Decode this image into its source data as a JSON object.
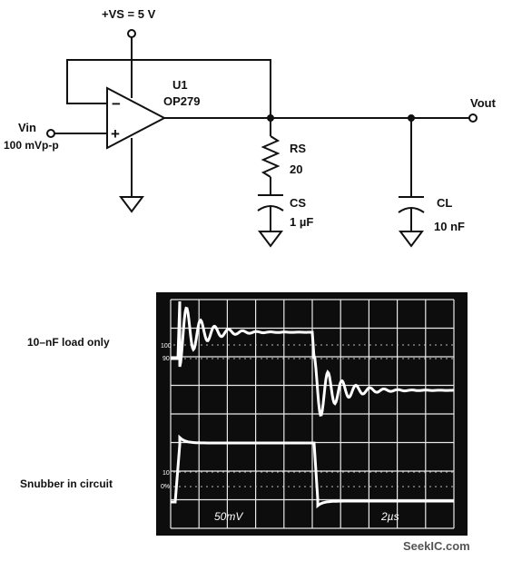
{
  "schematic": {
    "supply_label": "+VS = 5 V",
    "opamp_ref": "U1",
    "opamp_part": "OP279",
    "input_label": "Vin",
    "input_amplitude": "100 mVp-p",
    "output_label": "Vout",
    "rs_name": "RS",
    "rs_value": "20",
    "cs_name": "CS",
    "cs_value": "1 µF",
    "cl_name": "CL",
    "cl_value": "10 nF",
    "minus_sign": "−",
    "plus_sign": "+"
  },
  "scope": {
    "label_top": "10–nF load only",
    "label_bottom": "Snubber in circuit",
    "volts_per_div": "50mV",
    "time_per_div": "2µs",
    "marker_100": "100",
    "marker_90": "90",
    "marker_10": "10",
    "marker_0": "0%"
  },
  "watermark": "SeekIC.com"
}
